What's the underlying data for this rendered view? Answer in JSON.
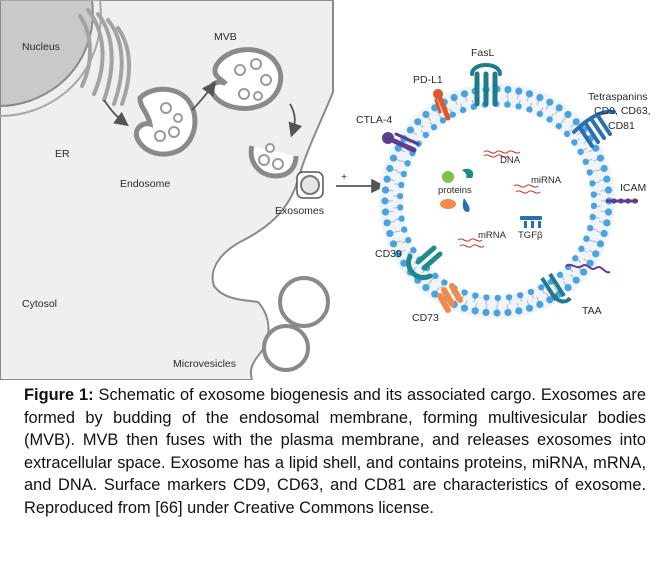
{
  "figure": {
    "labels": {
      "nucleus": "Nucleus",
      "er": "ER",
      "mvb": "MVB",
      "endosome": "Endosome",
      "exosomes": "Exosomes",
      "plus": "+",
      "cytosol": "Cytosol",
      "microvesicles": "Microvesicles",
      "fasl": "FasL",
      "pdl1": "PD-L1",
      "ctla4": "CTLA-4",
      "tetraspanins_1": "Tetraspanins",
      "tetraspanins_2": "CD9, CD63,",
      "tetraspanins_3": "CD81",
      "icam": "ICAM",
      "dna": "DNA",
      "mirna": "miRNA",
      "proteins": "proteins",
      "mrna": "mRNA",
      "tgfb": "TGFβ",
      "cd39": "CD39",
      "cd73": "CD73",
      "taa": "TAA"
    },
    "colors": {
      "cell_fill": "#efefef",
      "membrane": "#7a7a7a",
      "lipid_head": "#4aa3df",
      "lipid_tail": "#bfbfbf",
      "lumen": "#ffffff",
      "fasl": "#1f7a8c",
      "pdl1": "#e0552b",
      "ctla4": "#5b3f8c",
      "tetraspanin": "#2b6fb0",
      "icam": "#5b3f8c",
      "cd39": "#1f8a8c",
      "cd73": "#f08a4b",
      "taa": "#5b3f8c",
      "nucleic_acid": "#c0392b"
    }
  },
  "caption": {
    "label": "Figure 1:",
    "text": " Schematic of exosome biogenesis and its associated cargo. Exosomes are formed by budding of the endosomal membrane, forming multivesicular bodies (MVB). MVB then fuses with the plasma membrane, and releases exosomes into extracellular space. Exosome has a lipid shell, and contains proteins, miRNA, mRNA, and DNA. Surface markers CD9, CD63, and CD81 are characteristics of exosome. Reproduced from [66] under Creative Commons license."
  }
}
